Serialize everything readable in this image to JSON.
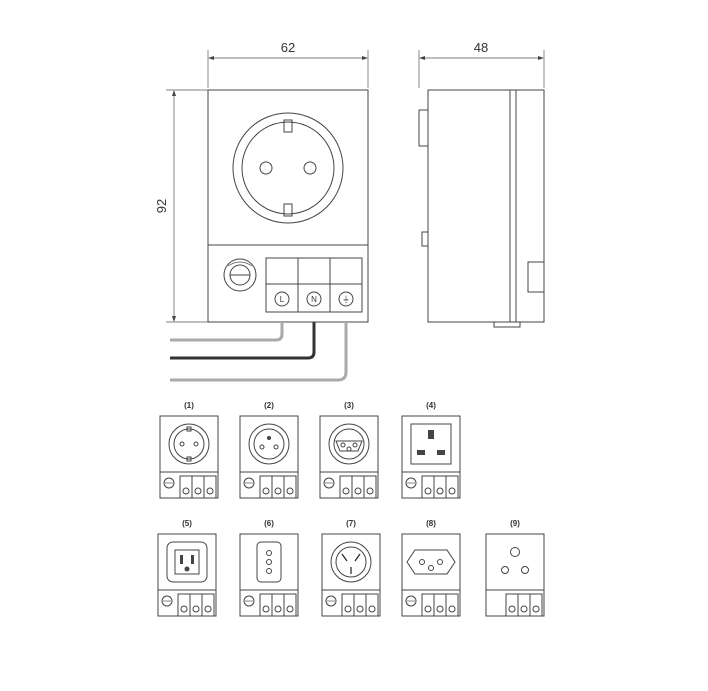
{
  "dimensions": {
    "width": "62",
    "height": "92",
    "depth": "48"
  },
  "terminals": [
    "L",
    "N",
    "⏚"
  ],
  "variants": [
    {
      "label": "(1)",
      "socket": "schuko"
    },
    {
      "label": "(2)",
      "socket": "french"
    },
    {
      "label": "(3)",
      "socket": "swiss"
    },
    {
      "label": "(4)",
      "socket": "uk"
    },
    {
      "label": "(5)",
      "socket": "usa"
    },
    {
      "label": "(6)",
      "socket": "italian"
    },
    {
      "label": "(7)",
      "socket": "australian"
    },
    {
      "label": "(8)",
      "socket": "brazilian"
    },
    {
      "label": "(9)",
      "socket": "indian"
    }
  ],
  "icons": {
    "thermostat": "thermostat-icon",
    "earth": "earth-symbol-icon"
  },
  "colors": {
    "line": "#444444",
    "cable_dark": "#333333",
    "cable_light": "#aaaaaa"
  }
}
